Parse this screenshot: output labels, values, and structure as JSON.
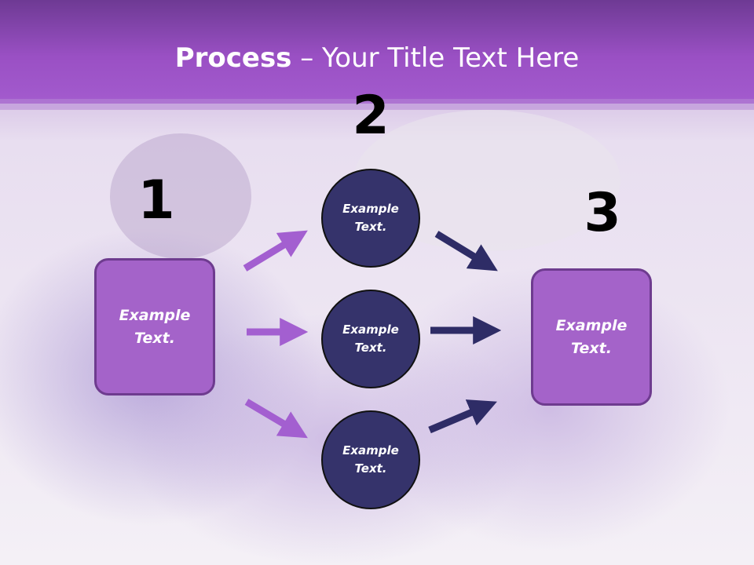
{
  "title": {
    "bold": "Process",
    "rest": " – Your Title Text Here"
  },
  "steps": {
    "one": "1",
    "two": "2",
    "three": "3"
  },
  "left_box": {
    "text": "Example\nText."
  },
  "right_box": {
    "text": "Example\nText."
  },
  "circles": [
    {
      "text": "Example\nText."
    },
    {
      "text": "Example\nText."
    },
    {
      "text": "Example\nText."
    }
  ],
  "colors": {
    "header": "#9b4fc7",
    "box": "#a463c9",
    "circle": "#35336b",
    "arrow_in": "#a35fd0",
    "arrow_out": "#2e2c66"
  }
}
